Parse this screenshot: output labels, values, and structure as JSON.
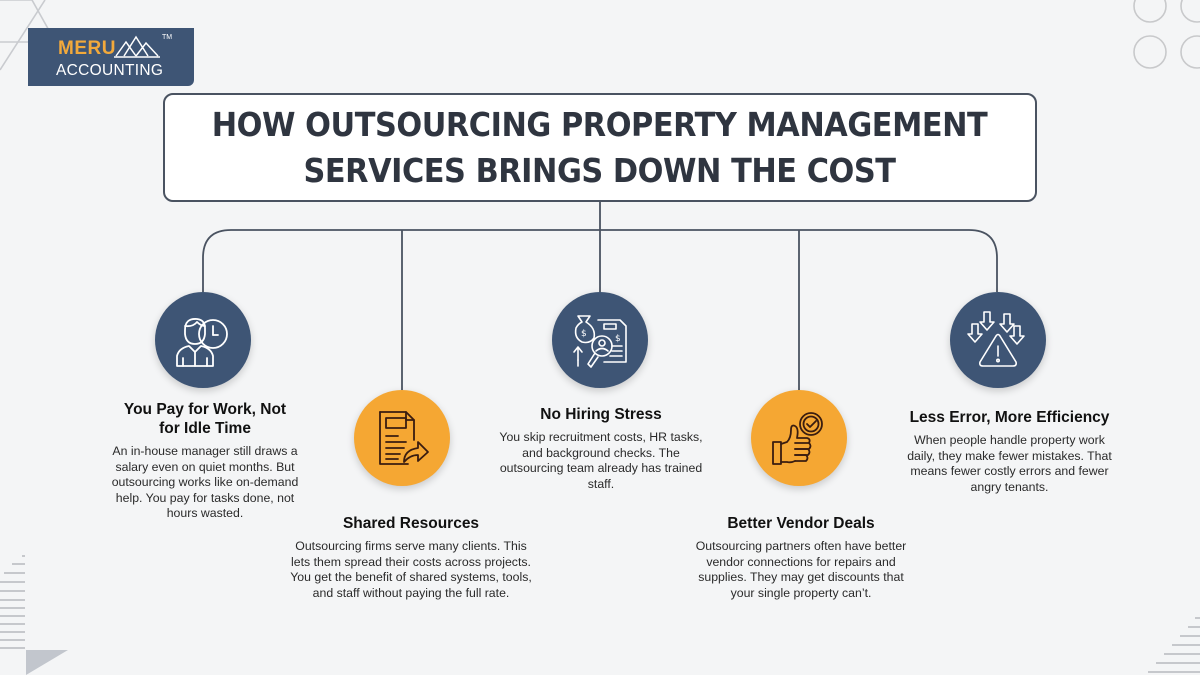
{
  "brand": {
    "name_top": "MERU",
    "name_bottom": "ACCOUNTING",
    "trademark": "TM",
    "colors": {
      "navy": "#3e5575",
      "orange": "#f5a733",
      "title_text": "#2f3540",
      "background": "#f4f5f6"
    }
  },
  "title": {
    "line1": "HOW OUTSOURCING PROPERTY MANAGEMENT",
    "line2": "SERVICES BRINGS DOWN THE COST"
  },
  "items": [
    {
      "icon": "person-clock-icon",
      "color": "navy",
      "title_line1": "You Pay for Work, Not",
      "title_line2": "for Idle Time",
      "body": "An in-house manager still draws a salary even on quiet months. But outsourcing works like on-demand help. You pay for tasks done, not hours wasted."
    },
    {
      "icon": "document-share-icon",
      "color": "orange",
      "title_line1": "Shared Resources",
      "body": "Outsourcing firms serve many clients. This lets them spread their costs across projects. You get the benefit of shared systems, tools, and staff without paying the full rate."
    },
    {
      "icon": "money-recruitment-icon",
      "color": "navy",
      "title_line1": "No Hiring Stress",
      "body": "You skip recruitment costs, HR tasks, and background checks. The outsourcing team already has trained staff."
    },
    {
      "icon": "thumbs-up-check-icon",
      "color": "orange",
      "title_line1": "Better Vendor Deals",
      "body": "Outsourcing partners often have better vendor connections for repairs and supplies. They may get discounts that your single property can’t."
    },
    {
      "icon": "warning-arrows-icon",
      "color": "navy",
      "title_line1": "Less Error, More Efficiency",
      "body": "When people handle property work daily, they make fewer mistakes. That means fewer costly errors and fewer angry tenants."
    }
  ]
}
